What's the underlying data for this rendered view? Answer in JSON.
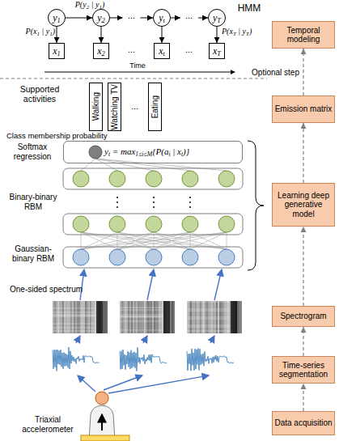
{
  "diagram": {
    "nodes": [
      {
        "text": [
          "y1"
        ]
      },
      {
        "text": [
          "y2"
        ]
      },
      {
        "text": [
          "yt"
        ]
      },
      {
        "text": [
          "yT"
        ]
      },
      {
        "text": [
          "x1"
        ]
      },
      {
        "text": [
          "x2"
        ]
      },
      {
        "text": [
          "xt"
        ]
      },
      {
        "text": [
          "xT"
        ]
      },
      {
        "text": [
          "Walking"
        ]
      },
      {
        "text": [
          "Watching TV"
        ]
      },
      {
        "text": [
          "Eating"
        ]
      },
      {
        "text": [
          "Softmax regression",
          "yt = max1≤i≤M{P(ai | xt)}"
        ]
      },
      {
        "text": [
          "Temporal modeling"
        ]
      },
      {
        "text": [
          "Emission matrix"
        ]
      },
      {
        "text": [
          "Learning deep generative model"
        ]
      },
      {
        "text": [
          "Spectrogram"
        ]
      },
      {
        "text": [
          "Time-series segmentation"
        ]
      },
      {
        "text": [
          "Data acquisition"
        ]
      }
    ],
    "edges": [
      {
        "from": 0,
        "to": 1,
        "arrow": "to",
        "label": "P(y2 | y1)"
      },
      {
        "from": 1,
        "to": 2,
        "arrow": "to"
      },
      {
        "from": 2,
        "to": 3,
        "arrow": "to"
      },
      {
        "from": 0,
        "to": 4,
        "arrow": "to",
        "label": "P(x1 | y1)"
      },
      {
        "from": 1,
        "to": 5,
        "arrow": "to"
      },
      {
        "from": 2,
        "to": 6,
        "arrow": "to"
      },
      {
        "from": 3,
        "to": 7,
        "arrow": "to",
        "label": "P(xT | yT)"
      },
      {
        "from": 17,
        "to": 16,
        "arrow": "to"
      },
      {
        "from": 16,
        "to": 15,
        "arrow": "to"
      },
      {
        "from": 15,
        "to": 14,
        "arrow": "to"
      },
      {
        "from": 14,
        "to": 13,
        "arrow": "to"
      },
      {
        "from": 13,
        "to": 12,
        "arrow": "to",
        "label": "Optional step"
      }
    ],
    "labels": [
      "HMM",
      "...",
      "...",
      "...",
      "...",
      "Time",
      "Supported activities",
      "...",
      "Class membership probability",
      "Binary-binary RBM",
      "Gaussian-binary RBM",
      "One-sided spectrum",
      "Triaxial accelerometer"
    ]
  }
}
